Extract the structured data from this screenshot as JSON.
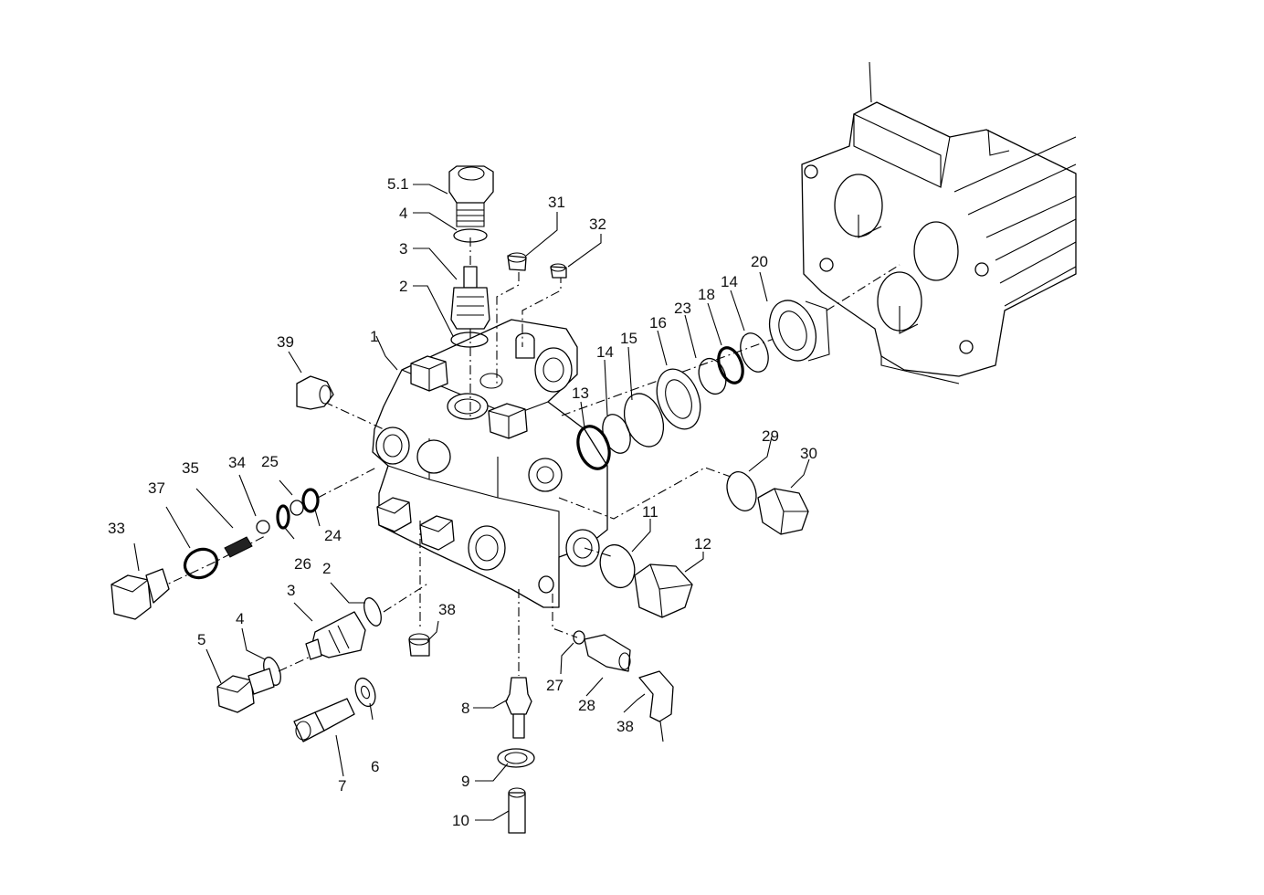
{
  "callouts": {
    "c1": "1",
    "c2a": "2",
    "c2b": "2",
    "c3a": "3",
    "c3b": "3",
    "c4a": "4",
    "c4b": "4",
    "c5_1": "5.1",
    "c5": "5",
    "c6": "6",
    "c7": "7",
    "c8": "8",
    "c9": "9",
    "c10": "10",
    "c11": "11",
    "c12": "12",
    "c13": "13",
    "c14a": "14",
    "c14b": "14",
    "c15": "15",
    "c16": "16",
    "c18": "18",
    "c20": "20",
    "c23": "23",
    "c24": "24",
    "c25": "25",
    "c26": "26",
    "c27": "27",
    "c28": "28",
    "c29": "29",
    "c30": "30",
    "c31": "31",
    "c32": "32",
    "c33": "33",
    "c34": "34",
    "c35": "35",
    "c37": "37",
    "c38a": "38",
    "c38b": "38",
    "c39": "39"
  }
}
